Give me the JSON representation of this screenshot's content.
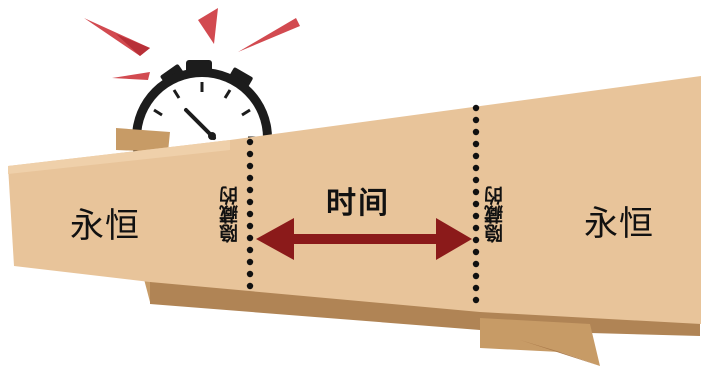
{
  "labels": {
    "left": "永恒",
    "right": "永恒",
    "center": "时间",
    "divider_left": "隐藏的",
    "divider_right": "隐藏的"
  },
  "colors": {
    "ribbon_main": "#e8c49a",
    "ribbon_dark": "#c79b66",
    "ribbon_shadow": "#b08455",
    "arrow": "#8b1a1a",
    "burst": "#d24a50",
    "clock_body": "#1c1c1c",
    "clock_face": "#ffffff",
    "dots": "#111111"
  },
  "icons": {
    "clock": "stopwatch-icon",
    "burst": "alarm-burst-icon",
    "arrow": "double-arrow-icon"
  }
}
